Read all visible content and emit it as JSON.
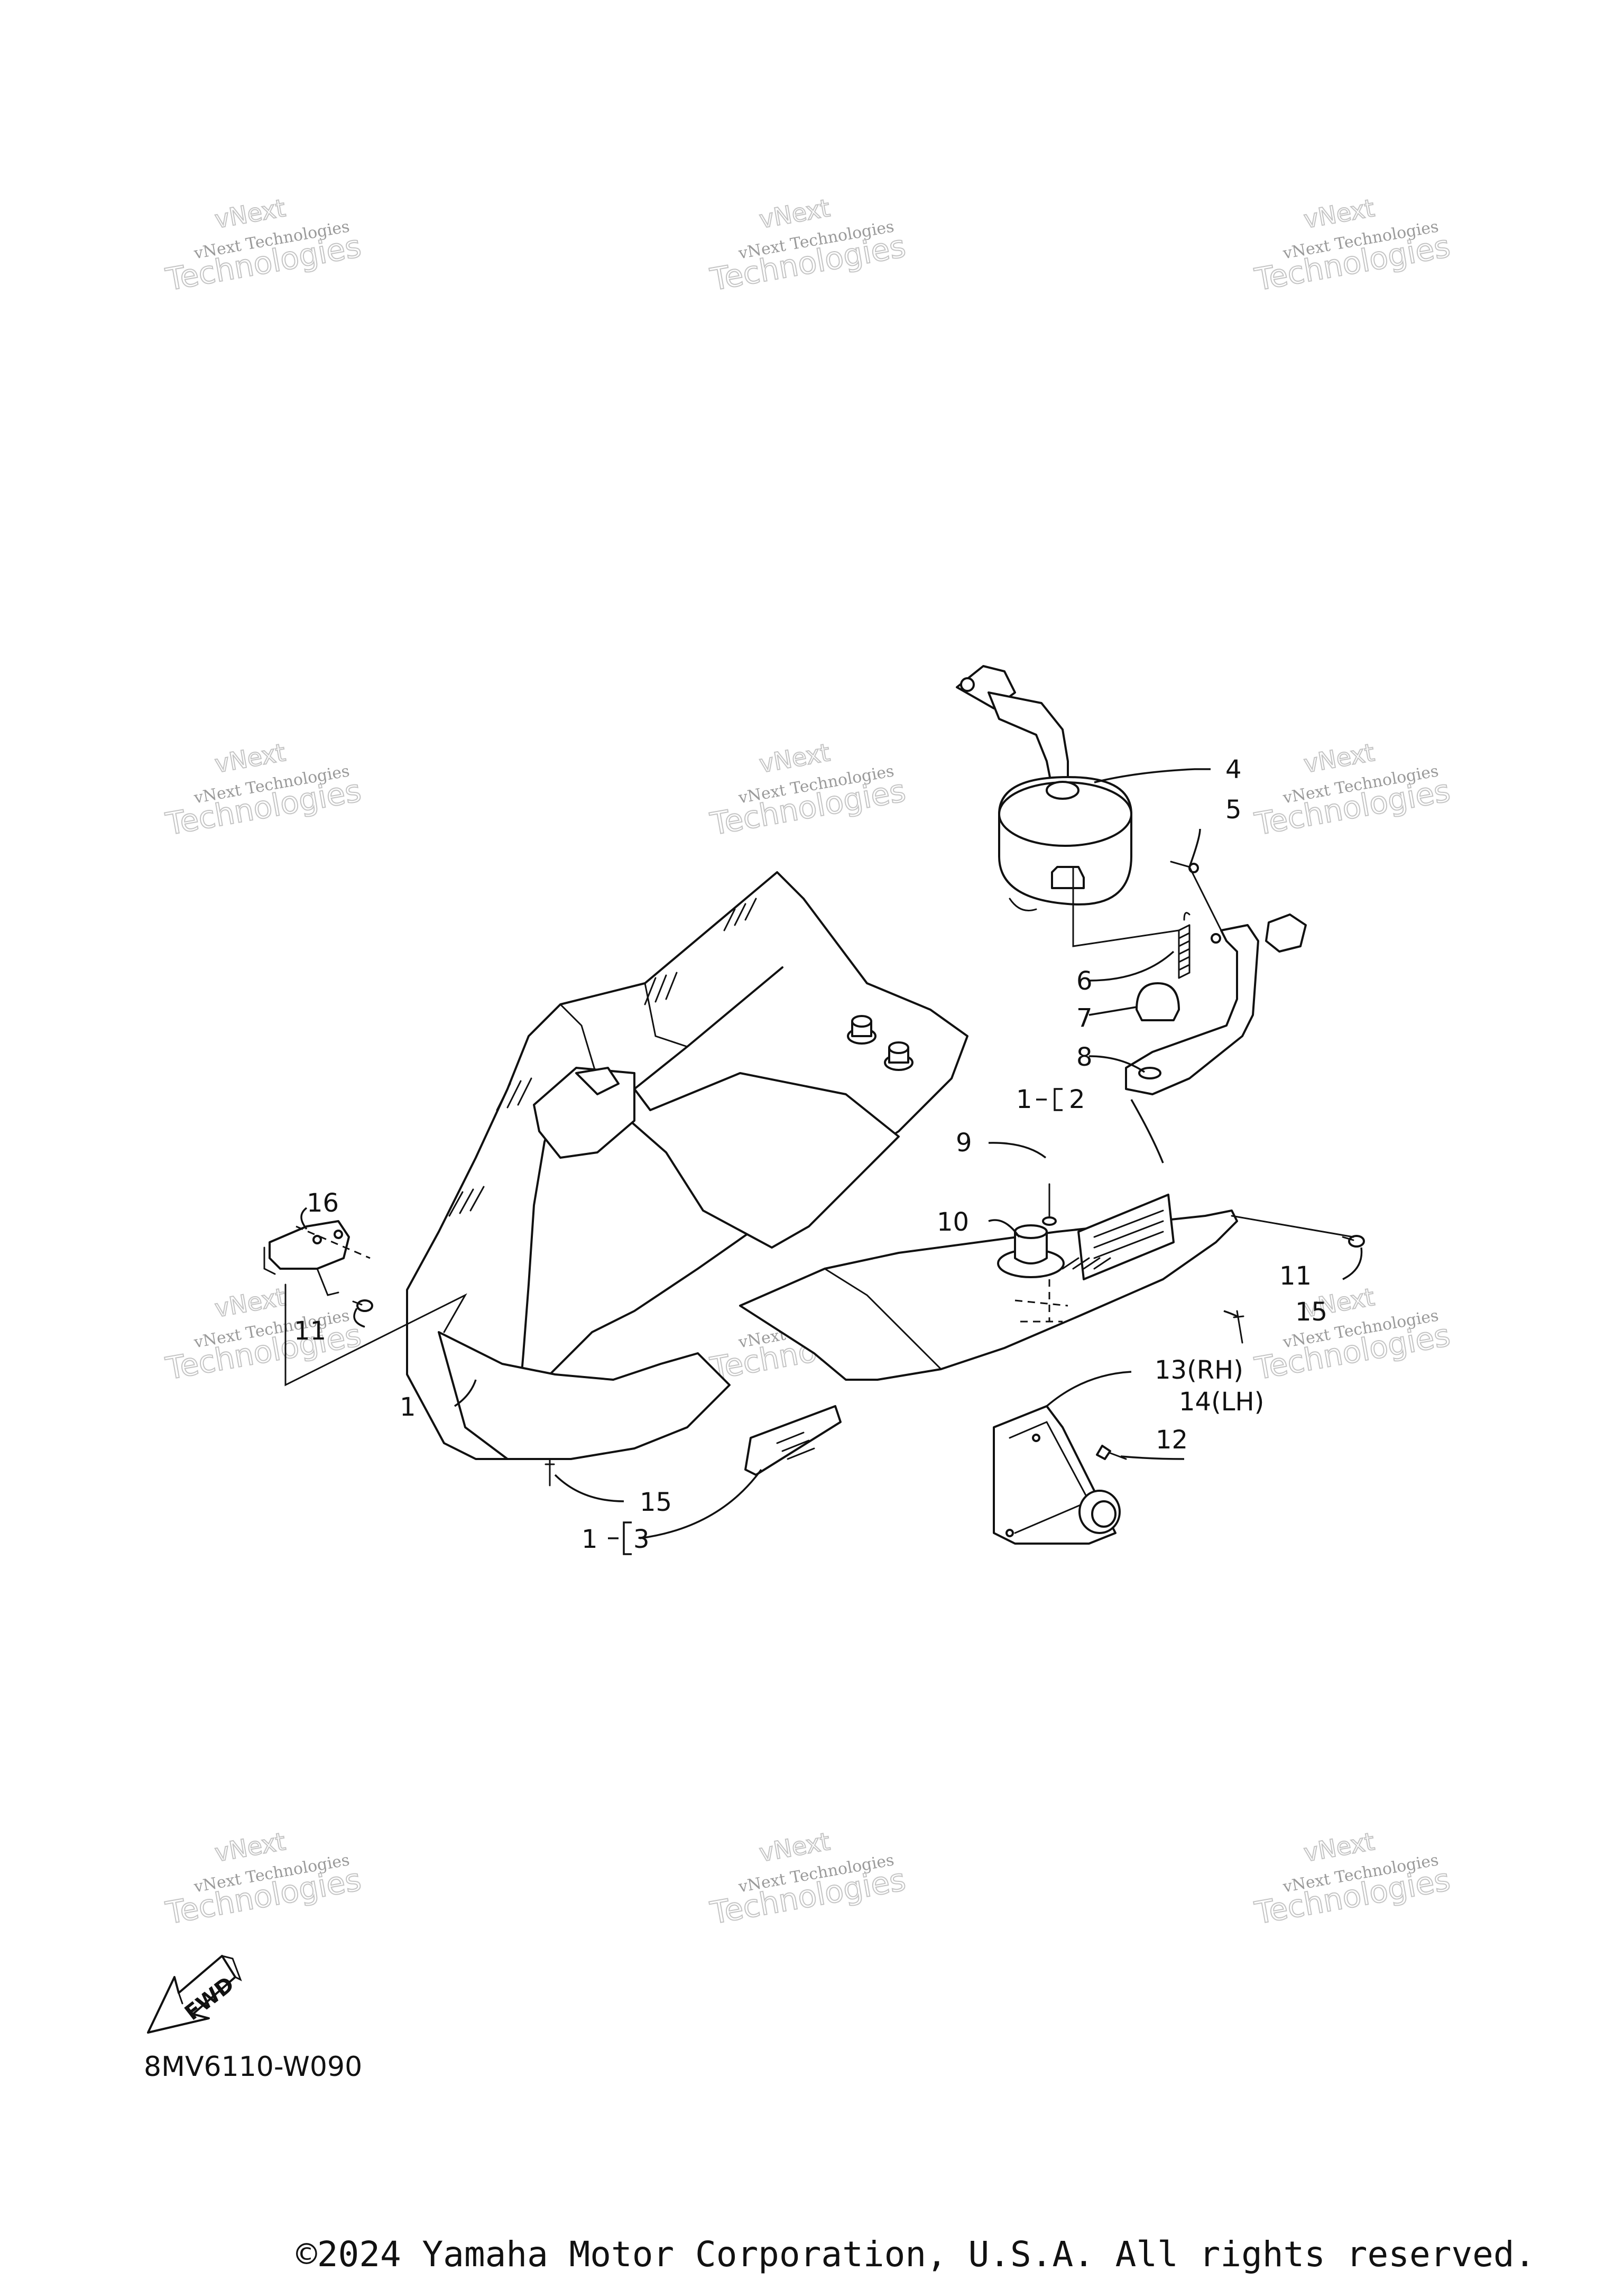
{
  "diagram_code": "8MV6110-W090",
  "copyright": "©2024 Yamaha Motor Corporation, U.S.A. All rights reserved.",
  "fwd_label": "FWD",
  "watermark": {
    "line0": "vNext",
    "line1": "vNext Technologies",
    "line2": "Technologies"
  },
  "callouts": {
    "c1_main": "1",
    "c1_sub2": "1",
    "c2": "2",
    "c1_sub3": "1",
    "c3": "3",
    "c4": "4",
    "c5": "5",
    "c6": "6",
    "c7": "7",
    "c8": "8",
    "c9": "9",
    "c10": "10",
    "c11_left": "11",
    "c11_right": "11",
    "c12": "12",
    "c13": "13(RH)",
    "c14": "14(LH)",
    "c15_left": "15",
    "c15_right": "15",
    "c16": "16"
  }
}
